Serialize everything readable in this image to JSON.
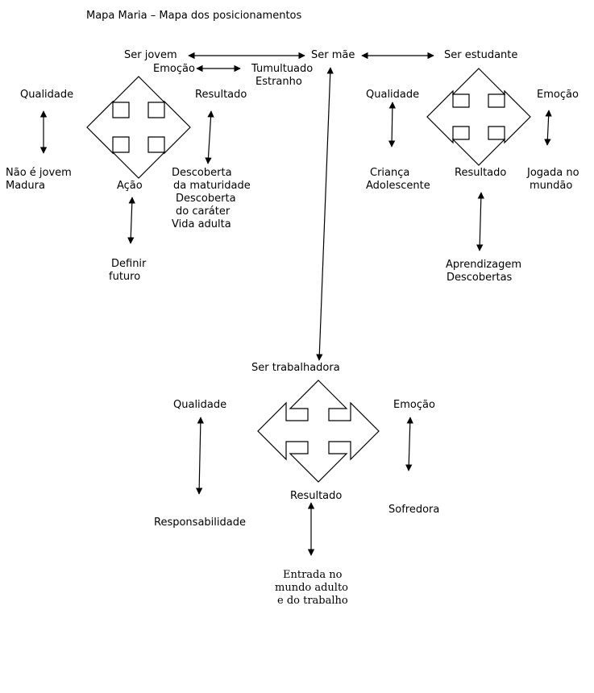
{
  "title": "Mapa Maria – Mapa dos posicionamentos",
  "ser_jovem": {
    "label": "Ser jovem",
    "emocao": "Emoção",
    "emocao_values": [
      "Tumultuado",
      "Estranho"
    ],
    "qualidade": "Qualidade",
    "qualidade_values": [
      "Não é jovem",
      "Madura"
    ],
    "resultado": "Resultado",
    "resultado_values": [
      "Descoberta",
      "da maturidade",
      "Descoberta",
      "do caráter",
      "Vida adulta"
    ],
    "acao": "Ação",
    "acao_values": [
      "Definir",
      "futuro"
    ]
  },
  "ser_mae": {
    "label": "Ser mãe"
  },
  "ser_estudante": {
    "label": "Ser estudante",
    "qualidade": "Qualidade",
    "qualidade_values": [
      "Criança",
      "Adolescente"
    ],
    "emocao": "Emoção",
    "emocao_values": [
      "Jogada no",
      "mundão"
    ],
    "resultado": "Resultado",
    "resultado_values": [
      "Aprendizagem",
      "Descobertas"
    ]
  },
  "ser_trabalhadora": {
    "label": "Ser trabalhadora",
    "qualidade": "Qualidade",
    "qualidade_values": [
      "Responsabilidade"
    ],
    "emocao": "Emoção",
    "emocao_values": [
      "Sofredora"
    ],
    "resultado": "Resultado",
    "resultado_values": [
      "Entrada no",
      "mundo adulto",
      "e do trabalho"
    ]
  }
}
